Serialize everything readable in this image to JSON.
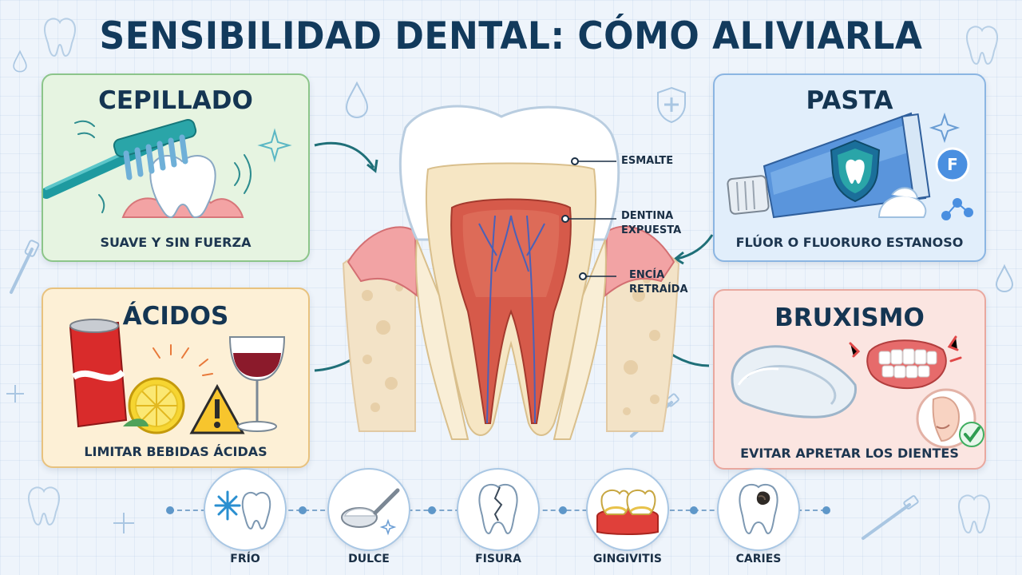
{
  "title": "SENSIBILIDAD DENTAL: CÓMO ALIVIARLA",
  "cards": {
    "cepillado": {
      "title": "CEPILLADO",
      "caption": "SUAVE Y SIN FUERZA"
    },
    "acidos": {
      "title": "ÁCIDOS",
      "caption": "LIMITAR BEBIDAS ÁCIDAS"
    },
    "pasta": {
      "title": "PASTA",
      "caption": "FLÚOR O FLUORURO ESTANOSO",
      "badge": "F"
    },
    "bruxismo": {
      "title": "BRUXISMO",
      "caption": "EVITAR APRETAR LOS DIENTES"
    }
  },
  "tooth_labels": {
    "esmalte": "ESMALTE",
    "dentina_1": "DENTINA",
    "dentina_2": "EXPUESTA",
    "encia_1": "ENCÍA",
    "encia_2": "RETRAÍDA"
  },
  "conditions": [
    {
      "label": "FRÍO",
      "icon": "snowflake-icon"
    },
    {
      "label": "DULCE",
      "icon": "sugar-spoon-icon"
    },
    {
      "label": "FISURA",
      "icon": "cracked-tooth-icon"
    },
    {
      "label": "GINGIVITIS",
      "icon": "inflamed-gum-icon"
    },
    {
      "label": "CARIES",
      "icon": "decayed-tooth-icon"
    }
  ],
  "colors": {
    "title": "#123a5c",
    "arrow": "#1f6f78",
    "green_card": "#e6f4e1",
    "yellow_card": "#fdf0d6",
    "blue_card": "#e1eefb",
    "red_card": "#fbe5e1"
  }
}
